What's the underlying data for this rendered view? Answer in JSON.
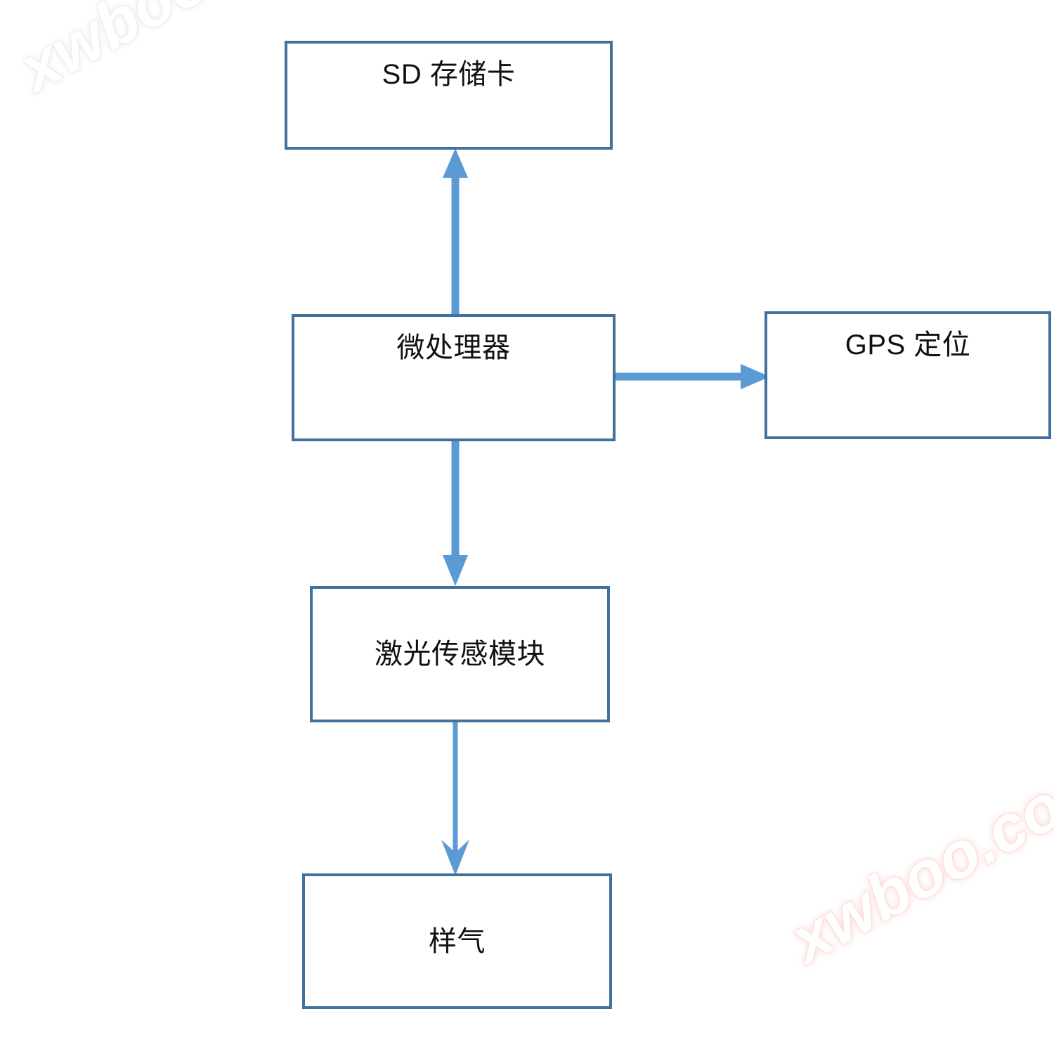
{
  "diagram": {
    "title": "",
    "colors": {
      "box_border": "#41719C",
      "arrow": "#5B9BD5",
      "background": "#FFFFFF",
      "text": "#111111"
    },
    "nodes": [
      {
        "id": "sd-card",
        "label": "SD 存储卡"
      },
      {
        "id": "microprocessor",
        "label": "微处理器"
      },
      {
        "id": "gps",
        "label": "GPS 定位"
      },
      {
        "id": "laser-module",
        "label": "激光传感模块"
      },
      {
        "id": "sample-gas",
        "label": "样气"
      }
    ],
    "edges": [
      {
        "id": "edge-mcu-to-sd",
        "from": "microprocessor",
        "to": "sd-card",
        "direction": "up"
      },
      {
        "id": "edge-mcu-to-gps",
        "from": "microprocessor",
        "to": "gps",
        "direction": "right"
      },
      {
        "id": "edge-mcu-to-laser",
        "from": "microprocessor",
        "to": "laser-module",
        "direction": "down"
      },
      {
        "id": "edge-laser-to-gas",
        "from": "laser-module",
        "to": "sample-gas",
        "direction": "down"
      }
    ],
    "watermarks": [
      {
        "id": "watermark-top-left",
        "text": "xwboo.com"
      },
      {
        "id": "watermark-bottom-right",
        "text": "xwboo.com"
      }
    ]
  }
}
